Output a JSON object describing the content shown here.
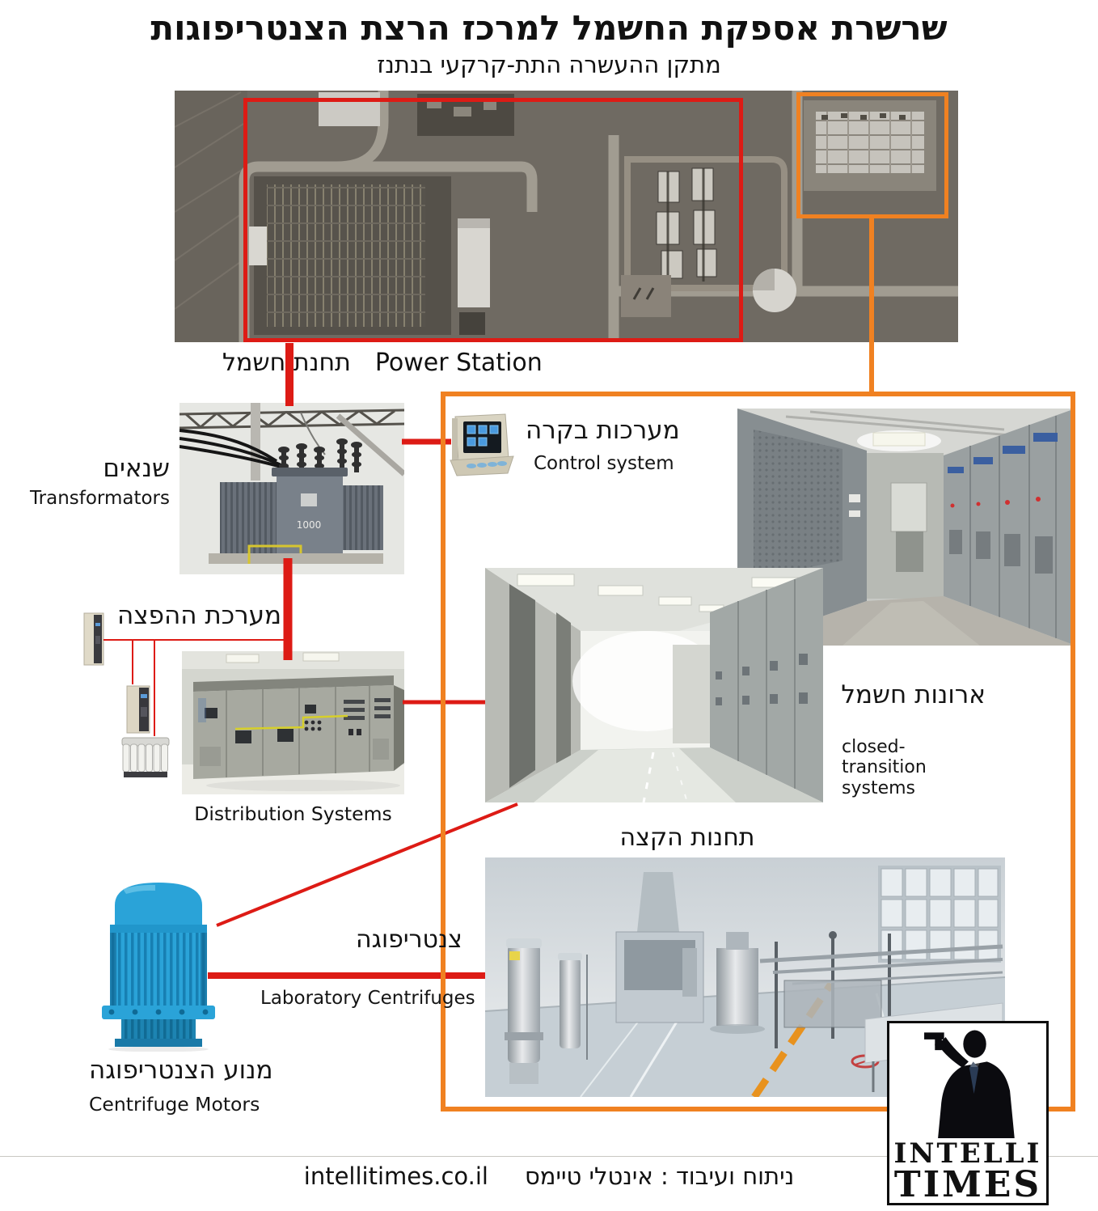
{
  "title": "שרשרת אספקת החשמל למרכז הרצת הצנטריפוגות",
  "subtitle": "מתקן ההעשרה התת-קרקעי בנתנז",
  "colors": {
    "red": "#dd1b15",
    "orange": "#f08121",
    "blue": "#2aa3d8"
  },
  "power_station": {
    "he": "תחנת חשמל",
    "en": "Power Station"
  },
  "transformers": {
    "he": "שנאים",
    "en": "Transformators",
    "badge": "1000"
  },
  "control": {
    "he": "מערכות בקרה",
    "en": "Control system"
  },
  "distribution": {
    "he": "מערכת ההפצה",
    "en": "Distribution Systems"
  },
  "cabinets": {
    "he": "ארונות חשמל",
    "en": "closed-transition systems"
  },
  "end_stations": {
    "he": "תחנות הקצה"
  },
  "centrifuge": {
    "he": "צנטריפוגה",
    "en": "Laboratory Centrifuges"
  },
  "motor": {
    "he": "מנוע הצנטריפוגה",
    "en": "Centrifuge Motors"
  },
  "logo": {
    "line1": "INTELLI",
    "line2": "TIMES"
  },
  "footer": {
    "credit": "ניתוח ועיבוד : אינטלי טיימס",
    "site": "intellitimes.co.il"
  }
}
